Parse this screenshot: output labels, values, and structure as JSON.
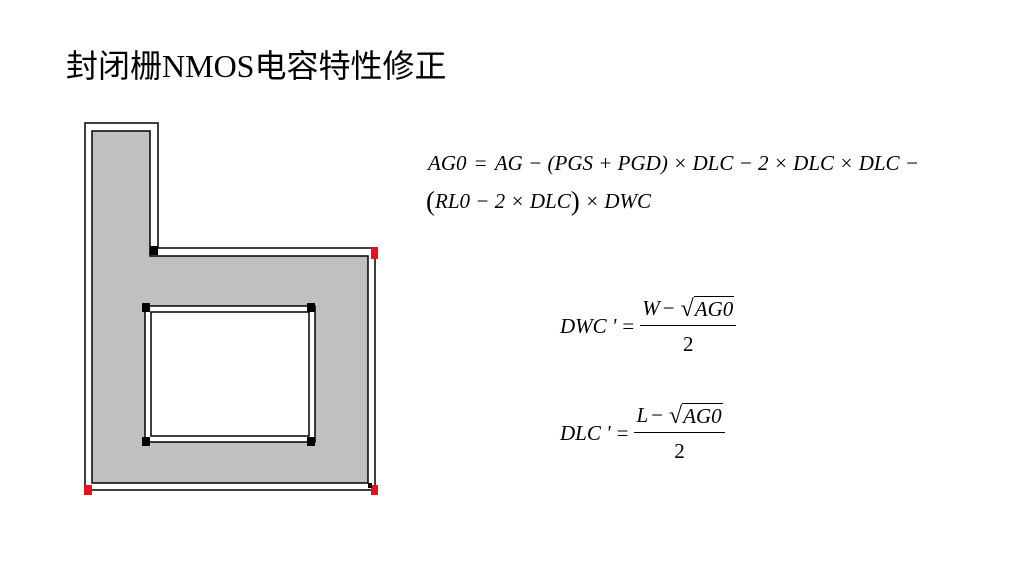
{
  "slide": {
    "title": "封闭栅NMOS电容特性修正"
  },
  "formulas": {
    "ag0_line1": {
      "lhs": "AG0",
      "rhs": "AG − (PGS + PGD) × DLC − 2 × DLC × DLC −"
    },
    "ag0_line2": {
      "open": "(",
      "inner": "RL0 − 2 × DLC",
      "close": ")",
      "tail": "× DWC"
    },
    "dwc": {
      "lhs": "DWC '",
      "eq": "=",
      "num_var": "W",
      "num_op": "−",
      "radicand": "AG0",
      "den": "2"
    },
    "dlc": {
      "lhs": "DLC '",
      "eq": "=",
      "num_var": "L",
      "num_op": "−",
      "radicand": "AG0",
      "den": "2"
    }
  },
  "colors": {
    "gate_fill": "#c0c0c0",
    "outline": "#000000",
    "corner_black": "#000000",
    "corner_red": "#e8101c"
  }
}
